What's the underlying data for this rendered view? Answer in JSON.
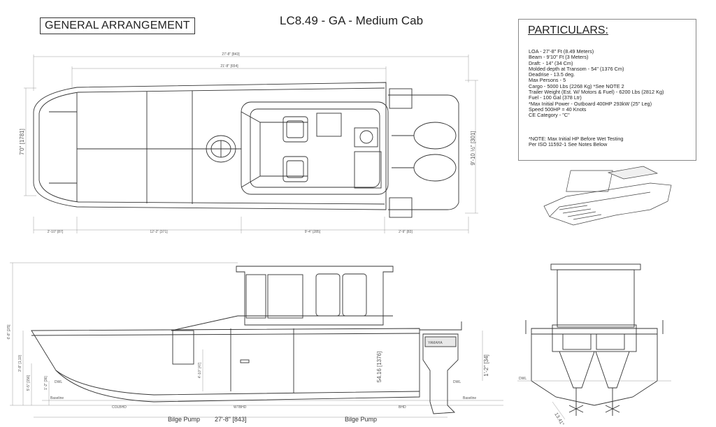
{
  "header": {
    "general_arrangement": "GENERAL ARRANGEMENT",
    "title": "LC8.49 - GA - Medium  Cab"
  },
  "particulars": {
    "heading": "PARTICULARS:",
    "lines": [
      "LOA  - 27'-8\" Ft  (8.49 Meters)",
      "Beam - 9'10\" Ft  (3 Meters)",
      "Draft:  - 14\"     (34 Cm)",
      "Molded depth at Transom - 54\" (1376 Cm)",
      "Deadrise - 13.5 deg.",
      "Max Persons - 5",
      "Cargo - 5000 Lbs (2268 Kg) *See NOTE 2",
      "Trailer Weight (Est. W/ Motors & Fuel) - 6200 Lbs (2812 Kg)",
      "Fuel - 100 Gal (378 Ltr)",
      "*Max Initial Power - Outboard 400HP 293kW (25\" Leg)",
      "Speed 500HP = 40 Knots",
      "CE Category - \"C\""
    ],
    "note_lines": [
      "*NOTE: Max Initial HP Before Wet Testing",
      "Per ISO 11592-1 See Notes Below"
    ]
  },
  "plan_view": {
    "dim_overall": "27'-8\" [843]",
    "dim_inner": "21'-8\" [654]",
    "dim_left_height": "7'0\" [1781]",
    "dim_right_height": "9'-10 ½\" [301]",
    "dim_bottom": [
      "2'-10\" [87]",
      "12'-2\" [371]",
      "9'-4\" [285]",
      "2'-9\" [83]"
    ]
  },
  "profile_view": {
    "dim_height_overall": "6'-8\" [2/5]",
    "dim_1": "3'-8\" [1,10]",
    "dim_2": "5'-5\" [156]",
    "dim_3": "1'-2\" [36]",
    "dim_4": "4'-10\" [47]",
    "dim_transom": "54.16 [1376]",
    "dim_draft": "1'-2\" [34]",
    "dwl_left": "DWL",
    "dwl_right": "DWL",
    "baseline_left": "Baseline",
    "baseline_right": "Baseline",
    "colbhd": "COLBHD",
    "wtbhd": "WTBHD",
    "bhd": "BHD",
    "bilge_pump_1": "Bilge Pump",
    "bilge_pump_2": "Bilge Pump",
    "length": "27'-8\" [843]",
    "motor_brand": "YAMAHA"
  },
  "rear_view": {
    "dwl": "DWL",
    "deadrise": "13.41°"
  },
  "colors": {
    "line": "#333333",
    "dim_line": "#999999",
    "background": "#ffffff"
  }
}
